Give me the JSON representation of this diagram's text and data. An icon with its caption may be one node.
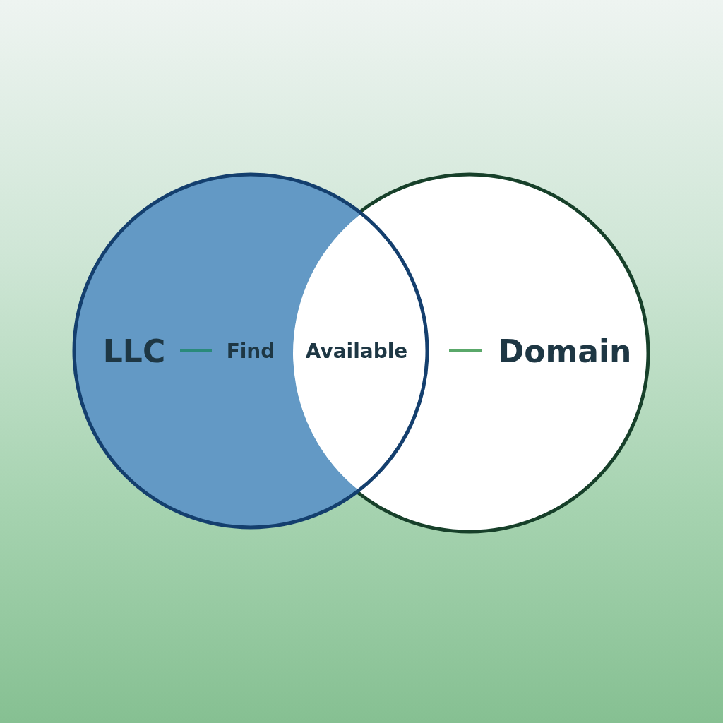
{
  "diagram": {
    "nodes": [
      {
        "text": [
          "LLC",
          "Find"
        ]
      },
      {
        "text": [
          "Domain"
        ]
      }
    ],
    "labels": [
      "Available"
    ]
  }
}
